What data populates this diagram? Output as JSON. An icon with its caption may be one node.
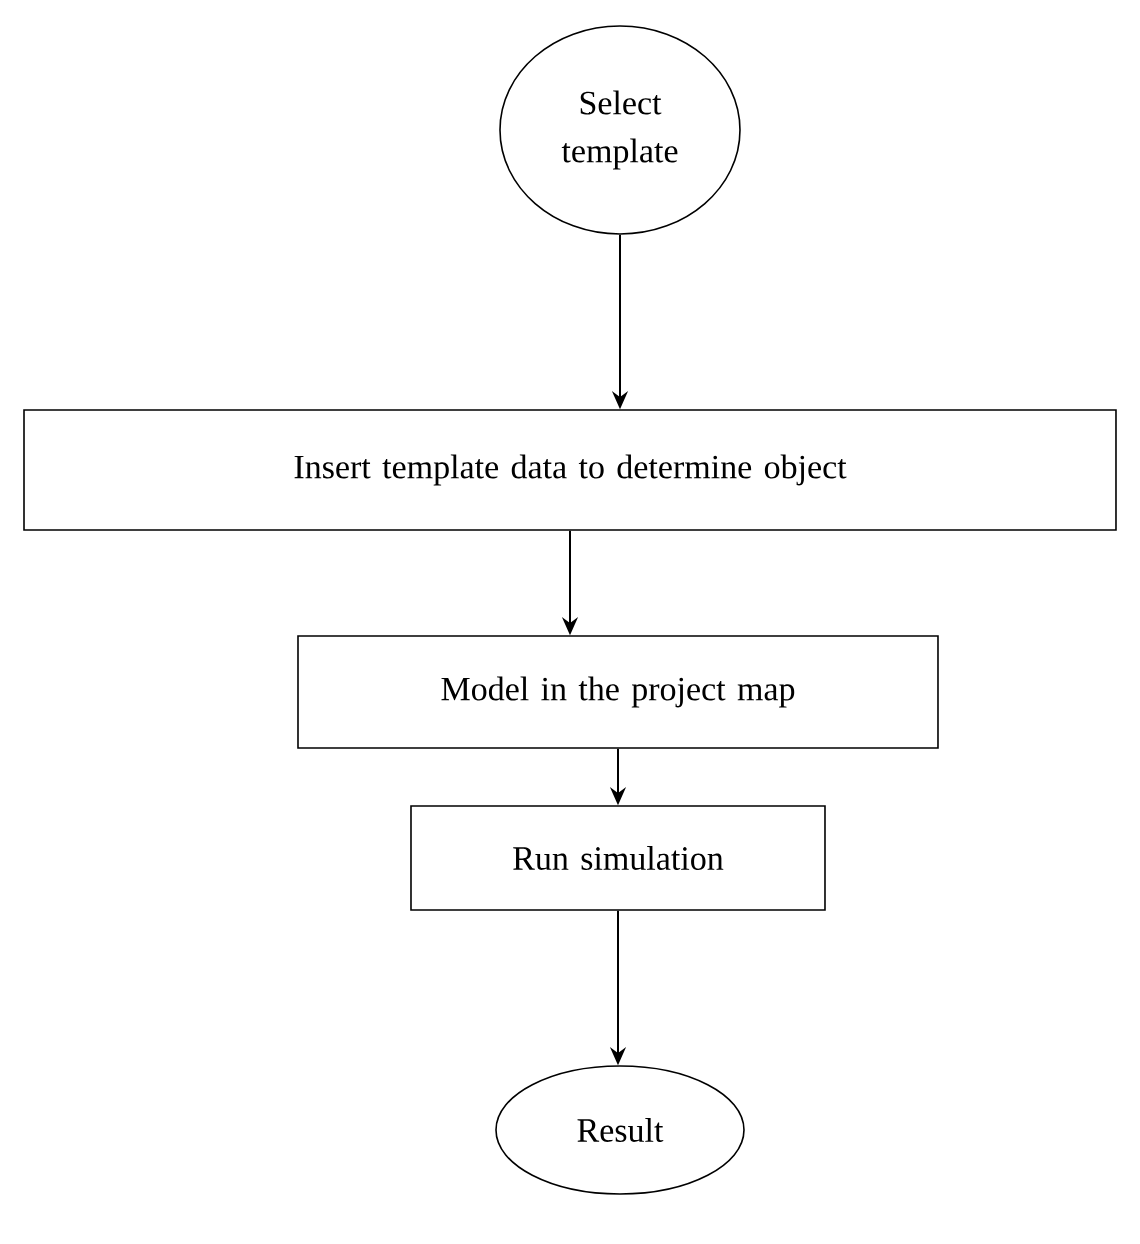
{
  "diagram": {
    "nodes": [
      {
        "text": [
          "Select template"
        ]
      },
      {
        "text": [
          "Insert template data to determine object"
        ]
      },
      {
        "text": [
          "Model in the project map"
        ]
      },
      {
        "text": [
          "Run simulation"
        ]
      },
      {
        "text": [
          "Result"
        ]
      }
    ],
    "edges": [
      {
        "from": 0,
        "to": 1,
        "arrow": "to"
      },
      {
        "from": 1,
        "to": 2,
        "arrow": "to"
      },
      {
        "from": 2,
        "to": 3,
        "arrow": "to"
      },
      {
        "from": 3,
        "to": 4,
        "arrow": "to"
      }
    ]
  }
}
